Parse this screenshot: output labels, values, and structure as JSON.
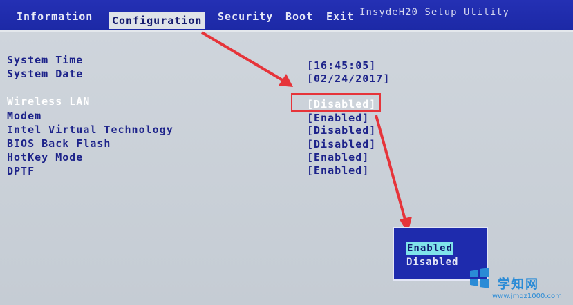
{
  "tabs": [
    {
      "label": "Information"
    },
    {
      "label": "Configuration",
      "active": true
    },
    {
      "label": "Security"
    },
    {
      "label": "Boot"
    },
    {
      "label": "Exit"
    }
  ],
  "brand": "InsydeH20 Setup Utility",
  "settings": [
    {
      "label": "System Time",
      "value": "[16:45:05]"
    },
    {
      "label": "System Date",
      "value": "[02/24/2017]"
    },
    {
      "label": "Wireless LAN",
      "value": "[Disabled]",
      "selected": true
    },
    {
      "label": "Modem",
      "value": "[Enabled]"
    },
    {
      "label": "Intel Virtual Technology",
      "value": "[Disabled]"
    },
    {
      "label": "BIOS Back Flash",
      "value": "[Disabled]"
    },
    {
      "label": "HotKey Mode",
      "value": "[Enabled]"
    },
    {
      "label": "DPTF",
      "value": "[Enabled]"
    }
  ],
  "popup": {
    "options": [
      "Enabled",
      "Disabled"
    ],
    "highlighted": "Enabled"
  },
  "watermark": {
    "title": "学知网",
    "url": "www.jmqz1000.com"
  },
  "colors": {
    "header_blue": "#1f2cab",
    "panel_gray": "#c9d0d8",
    "text_blue": "#1d238a",
    "annotation_red": "#e6343a",
    "popup_highlight": "#7fe3ea"
  }
}
